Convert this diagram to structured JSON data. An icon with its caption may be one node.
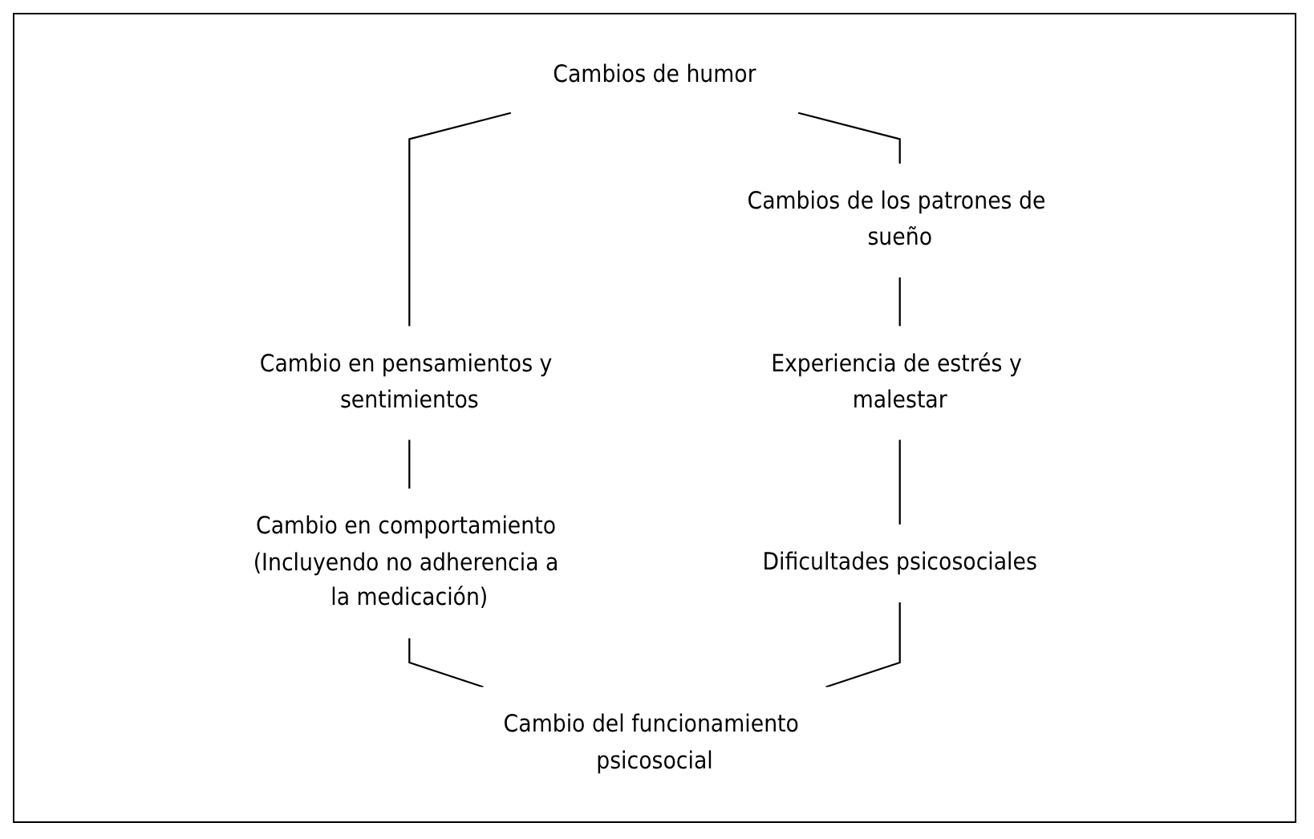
{
  "diagram": {
    "nodes": [
      {
        "text": [
          "Cambios de humor"
        ]
      },
      {
        "text": [
          "Cambios de los patrones de sueño"
        ]
      },
      {
        "text": [
          "Cambio en pensamientos y sentimientos"
        ]
      },
      {
        "text": [
          "Experiencia de estrés y malestar"
        ]
      },
      {
        "text": [
          "Cambio en comportamiento (Incluyendo no adherencia a la medicación)"
        ]
      },
      {
        "text": [
          "Dificultades psicosociales"
        ]
      },
      {
        "text": [
          "Cambio del funcionamiento psicosocial"
        ]
      }
    ],
    "edges": [
      {
        "from": 0,
        "to": 1,
        "arrow": "none"
      },
      {
        "from": 0,
        "to": 2,
        "arrow": "none"
      },
      {
        "from": 1,
        "to": 3,
        "arrow": "none"
      },
      {
        "from": 2,
        "to": 4,
        "arrow": "none"
      },
      {
        "from": 3,
        "to": 5,
        "arrow": "none"
      },
      {
        "from": 4,
        "to": 6,
        "arrow": "none"
      },
      {
        "from": 5,
        "to": 6,
        "arrow": "none"
      }
    ]
  }
}
